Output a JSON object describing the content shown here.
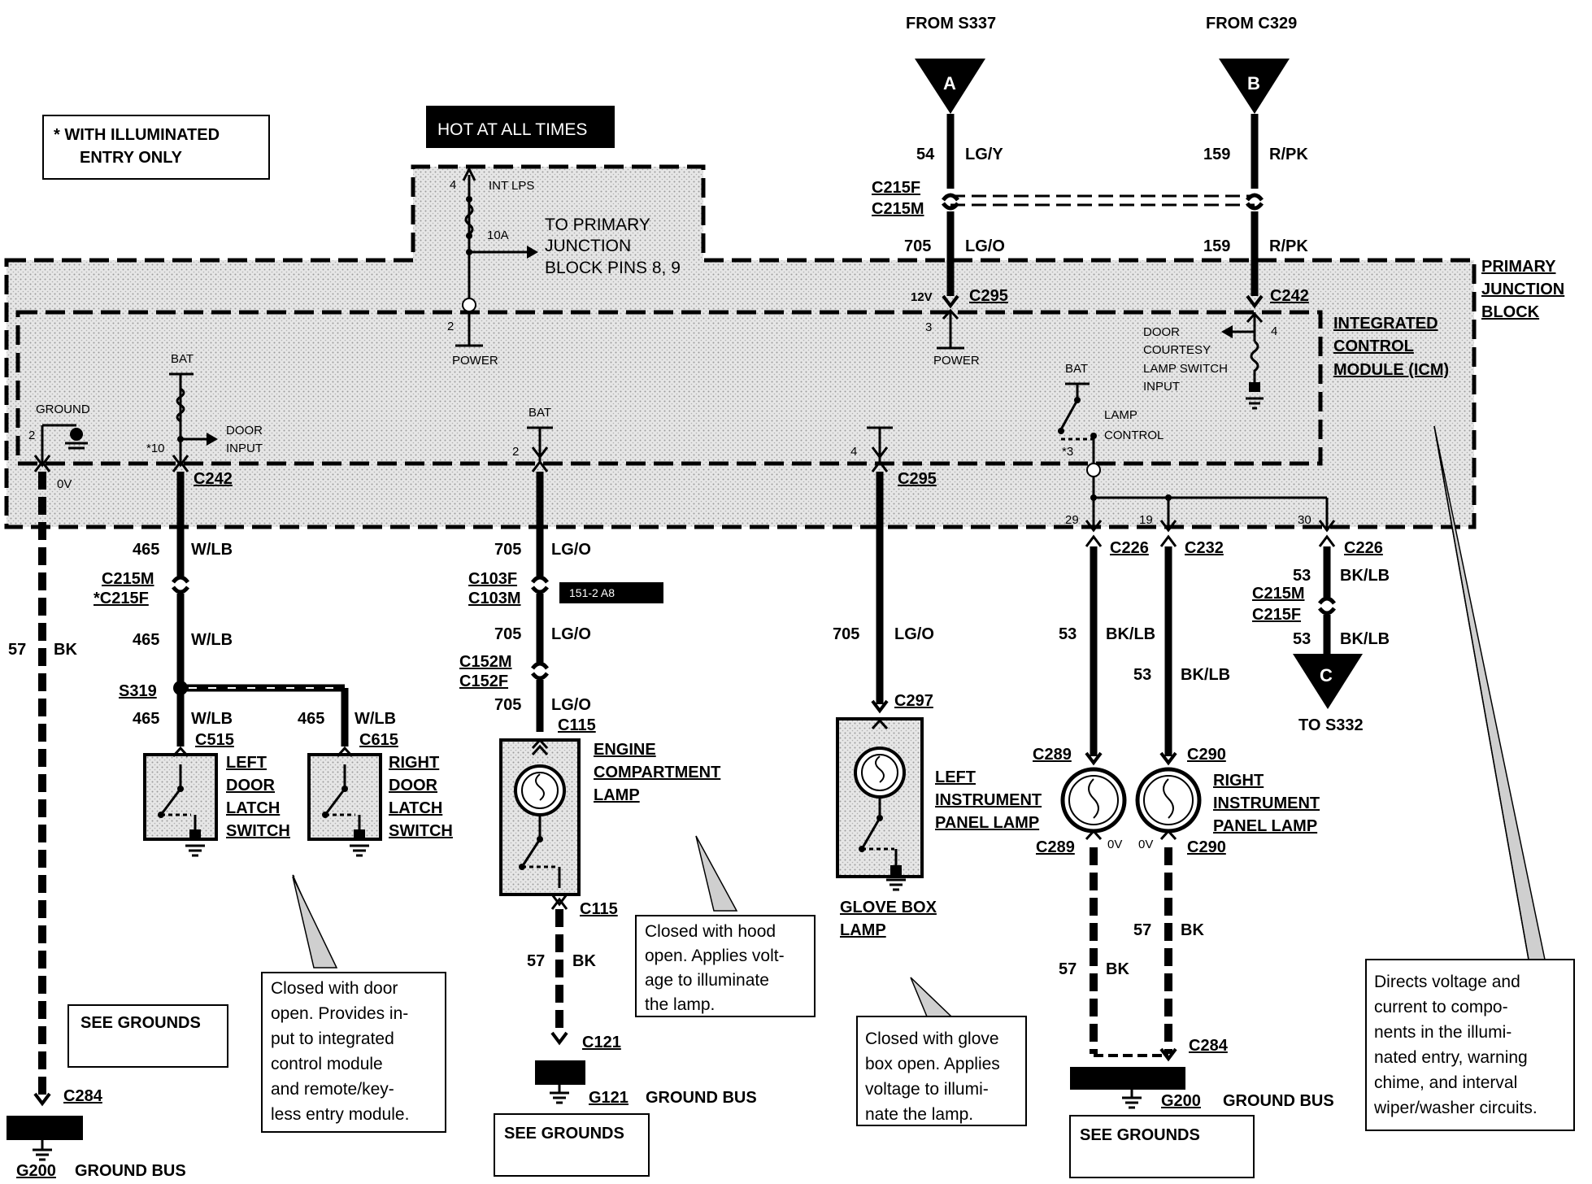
{
  "legend_note": [
    "*  WITH ILLUMINATED",
    "ENTRY ONLY"
  ],
  "hot_label": "HOT AT ALL TIMES",
  "sources": [
    {
      "from": "FROM S337",
      "letter": "A"
    },
    {
      "from": "FROM C329",
      "letter": "B"
    }
  ],
  "to_c": {
    "letter": "C",
    "label": "TO S332"
  },
  "module_labels": {
    "pjb": [
      "PRIMARY",
      "JUNCTION",
      "BLOCK"
    ],
    "icm": [
      "INTEGRATED",
      "CONTROL",
      "MODULE (ICM)"
    ]
  },
  "fuse": {
    "pin": "4",
    "name": "INT LPS",
    "amps": "10A",
    "to": [
      "TO PRIMARY",
      "JUNCTION",
      "BLOCK PINS 8, 9"
    ],
    "pin2": "2",
    "power": "POWER"
  },
  "icm_pins": {
    "ground": "GROUND",
    "g_pin": "2",
    "ov": "0V",
    "bat1": "BAT",
    "door_input": [
      "DOOR",
      "INPUT"
    ],
    "pin10": "*10",
    "bat2": "BAT",
    "pin2b": "2",
    "pin4": "4",
    "power2": "POWER",
    "pin3": "3",
    "v12": "12V",
    "courtesy": [
      "DOOR",
      "COURTESY",
      "LAMP SWITCH",
      "INPUT"
    ],
    "pin4b": "4",
    "bat3": "BAT",
    "lamp_control": [
      "LAMP",
      "CONTROL"
    ],
    "pin3b": "*3",
    "p29": "29",
    "p19": "19",
    "p30": "30"
  },
  "wires": {
    "a1": {
      "num": "54",
      "color": "LG/Y"
    },
    "a2": {
      "num": "705",
      "color": "LG/O"
    },
    "b1": {
      "num": "159",
      "color": "R/PK"
    },
    "b2": {
      "num": "159",
      "color": "R/PK"
    },
    "w1": {
      "num": "465",
      "color": "W/LB"
    },
    "w2": {
      "num": "465",
      "color": "W/LB"
    },
    "w3": {
      "num": "465",
      "color": "W/LB"
    },
    "w4": {
      "num": "465",
      "color": "W/LB"
    },
    "g1": {
      "num": "57",
      "color": "BK"
    },
    "e1": {
      "num": "705",
      "color": "LG/O"
    },
    "e2": {
      "num": "705",
      "color": "LG/O"
    },
    "e3": {
      "num": "705",
      "color": "LG/O"
    },
    "eg": {
      "num": "57",
      "color": "BK"
    },
    "gb": {
      "num": "705",
      "color": "LG/O"
    },
    "l1": {
      "num": "53",
      "color": "BK/LB"
    },
    "r1": {
      "num": "53",
      "color": "BK/LB"
    },
    "c1": {
      "num": "53",
      "color": "BK/LB"
    },
    "c2": {
      "num": "53",
      "color": "BK/LB"
    },
    "rg": {
      "num": "57",
      "color": "BK"
    },
    "lg": {
      "num": "57",
      "color": "BK"
    }
  },
  "connectors": {
    "c215f_top": "C215F",
    "c215m_top": "C215M",
    "c295_top": "C295",
    "c242_top": "C242",
    "c242": "C242",
    "c295": "C295",
    "c215m": "C215M",
    "c215f_star": "*C215F",
    "s319": "S319",
    "c515": "C515",
    "c615": "C615",
    "c103f": "C103F",
    "c103m": "C103M",
    "ref": "151-2  A8",
    "c152m": "C152M",
    "c152f": "C152F",
    "c115a": "C115",
    "c115b": "C115",
    "c121": "C121",
    "g121": "G121",
    "c297": "C297",
    "c226": "C226",
    "c232": "C232",
    "c226b": "C226",
    "c215m_r": "C215M",
    "c215f_r": "C215F",
    "c289a": "C289",
    "c289b": "C289",
    "c290a": "C290",
    "c290b": "C290",
    "ov1": "0V",
    "ov2": "0V",
    "c284": "C284",
    "c284b": "C284",
    "g200": "G200",
    "g200b": "G200"
  },
  "components": {
    "left_latch": [
      "LEFT",
      "DOOR",
      "LATCH",
      "SWITCH"
    ],
    "right_latch": [
      "RIGHT",
      "DOOR",
      "LATCH",
      "SWITCH"
    ],
    "engine_lamp": [
      "ENGINE",
      "COMPARTMENT",
      "LAMP"
    ],
    "glove_lamp": [
      "GLOVE BOX",
      "LAMP"
    ],
    "left_ip": [
      "LEFT",
      "INSTRUMENT",
      "PANEL LAMP"
    ],
    "right_ip": [
      "RIGHT",
      "INSTRUMENT",
      "PANEL LAMP"
    ]
  },
  "ground_bus": "GROUND BUS",
  "see_grounds": "SEE GROUNDS",
  "notes": {
    "door": [
      "Closed with door",
      "open. Provides in-",
      "put to integrated",
      "control module",
      "and remote/key-",
      "less entry module."
    ],
    "hood": [
      "Closed with hood",
      "open. Applies volt-",
      "age to illuminate",
      "the lamp."
    ],
    "glove": [
      "Closed with glove",
      "box open. Applies",
      "voltage to illumi-",
      "nate the lamp."
    ],
    "icm": [
      "Directs voltage and",
      "current to compo-",
      "nents in the illumi-",
      "nated entry, warning",
      "chime, and interval",
      "wiper/washer circuits."
    ]
  }
}
